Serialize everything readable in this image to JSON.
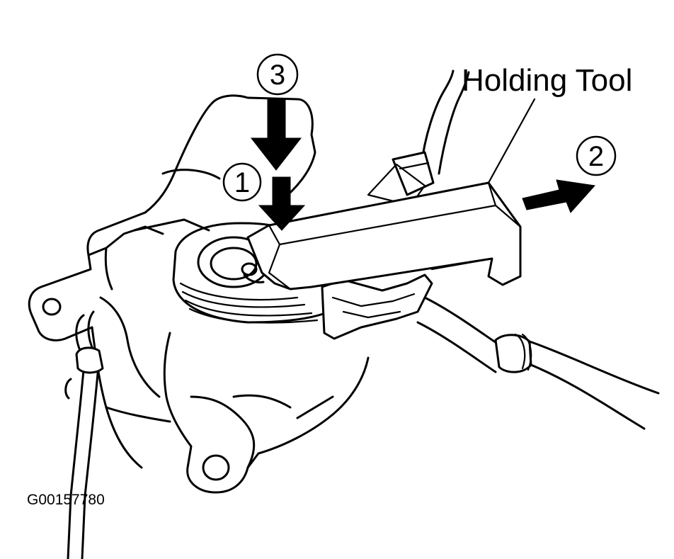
{
  "figure": {
    "id_label": "G00157780"
  },
  "labels": {
    "tool_name": "Holding Tool"
  },
  "callouts": [
    {
      "number": "1",
      "meaning": "press-down-step"
    },
    {
      "number": "2",
      "meaning": "pull-out-step"
    },
    {
      "number": "3",
      "meaning": "press-down-step"
    }
  ],
  "colors": {
    "line": "#000000",
    "background": "#ffffff"
  }
}
